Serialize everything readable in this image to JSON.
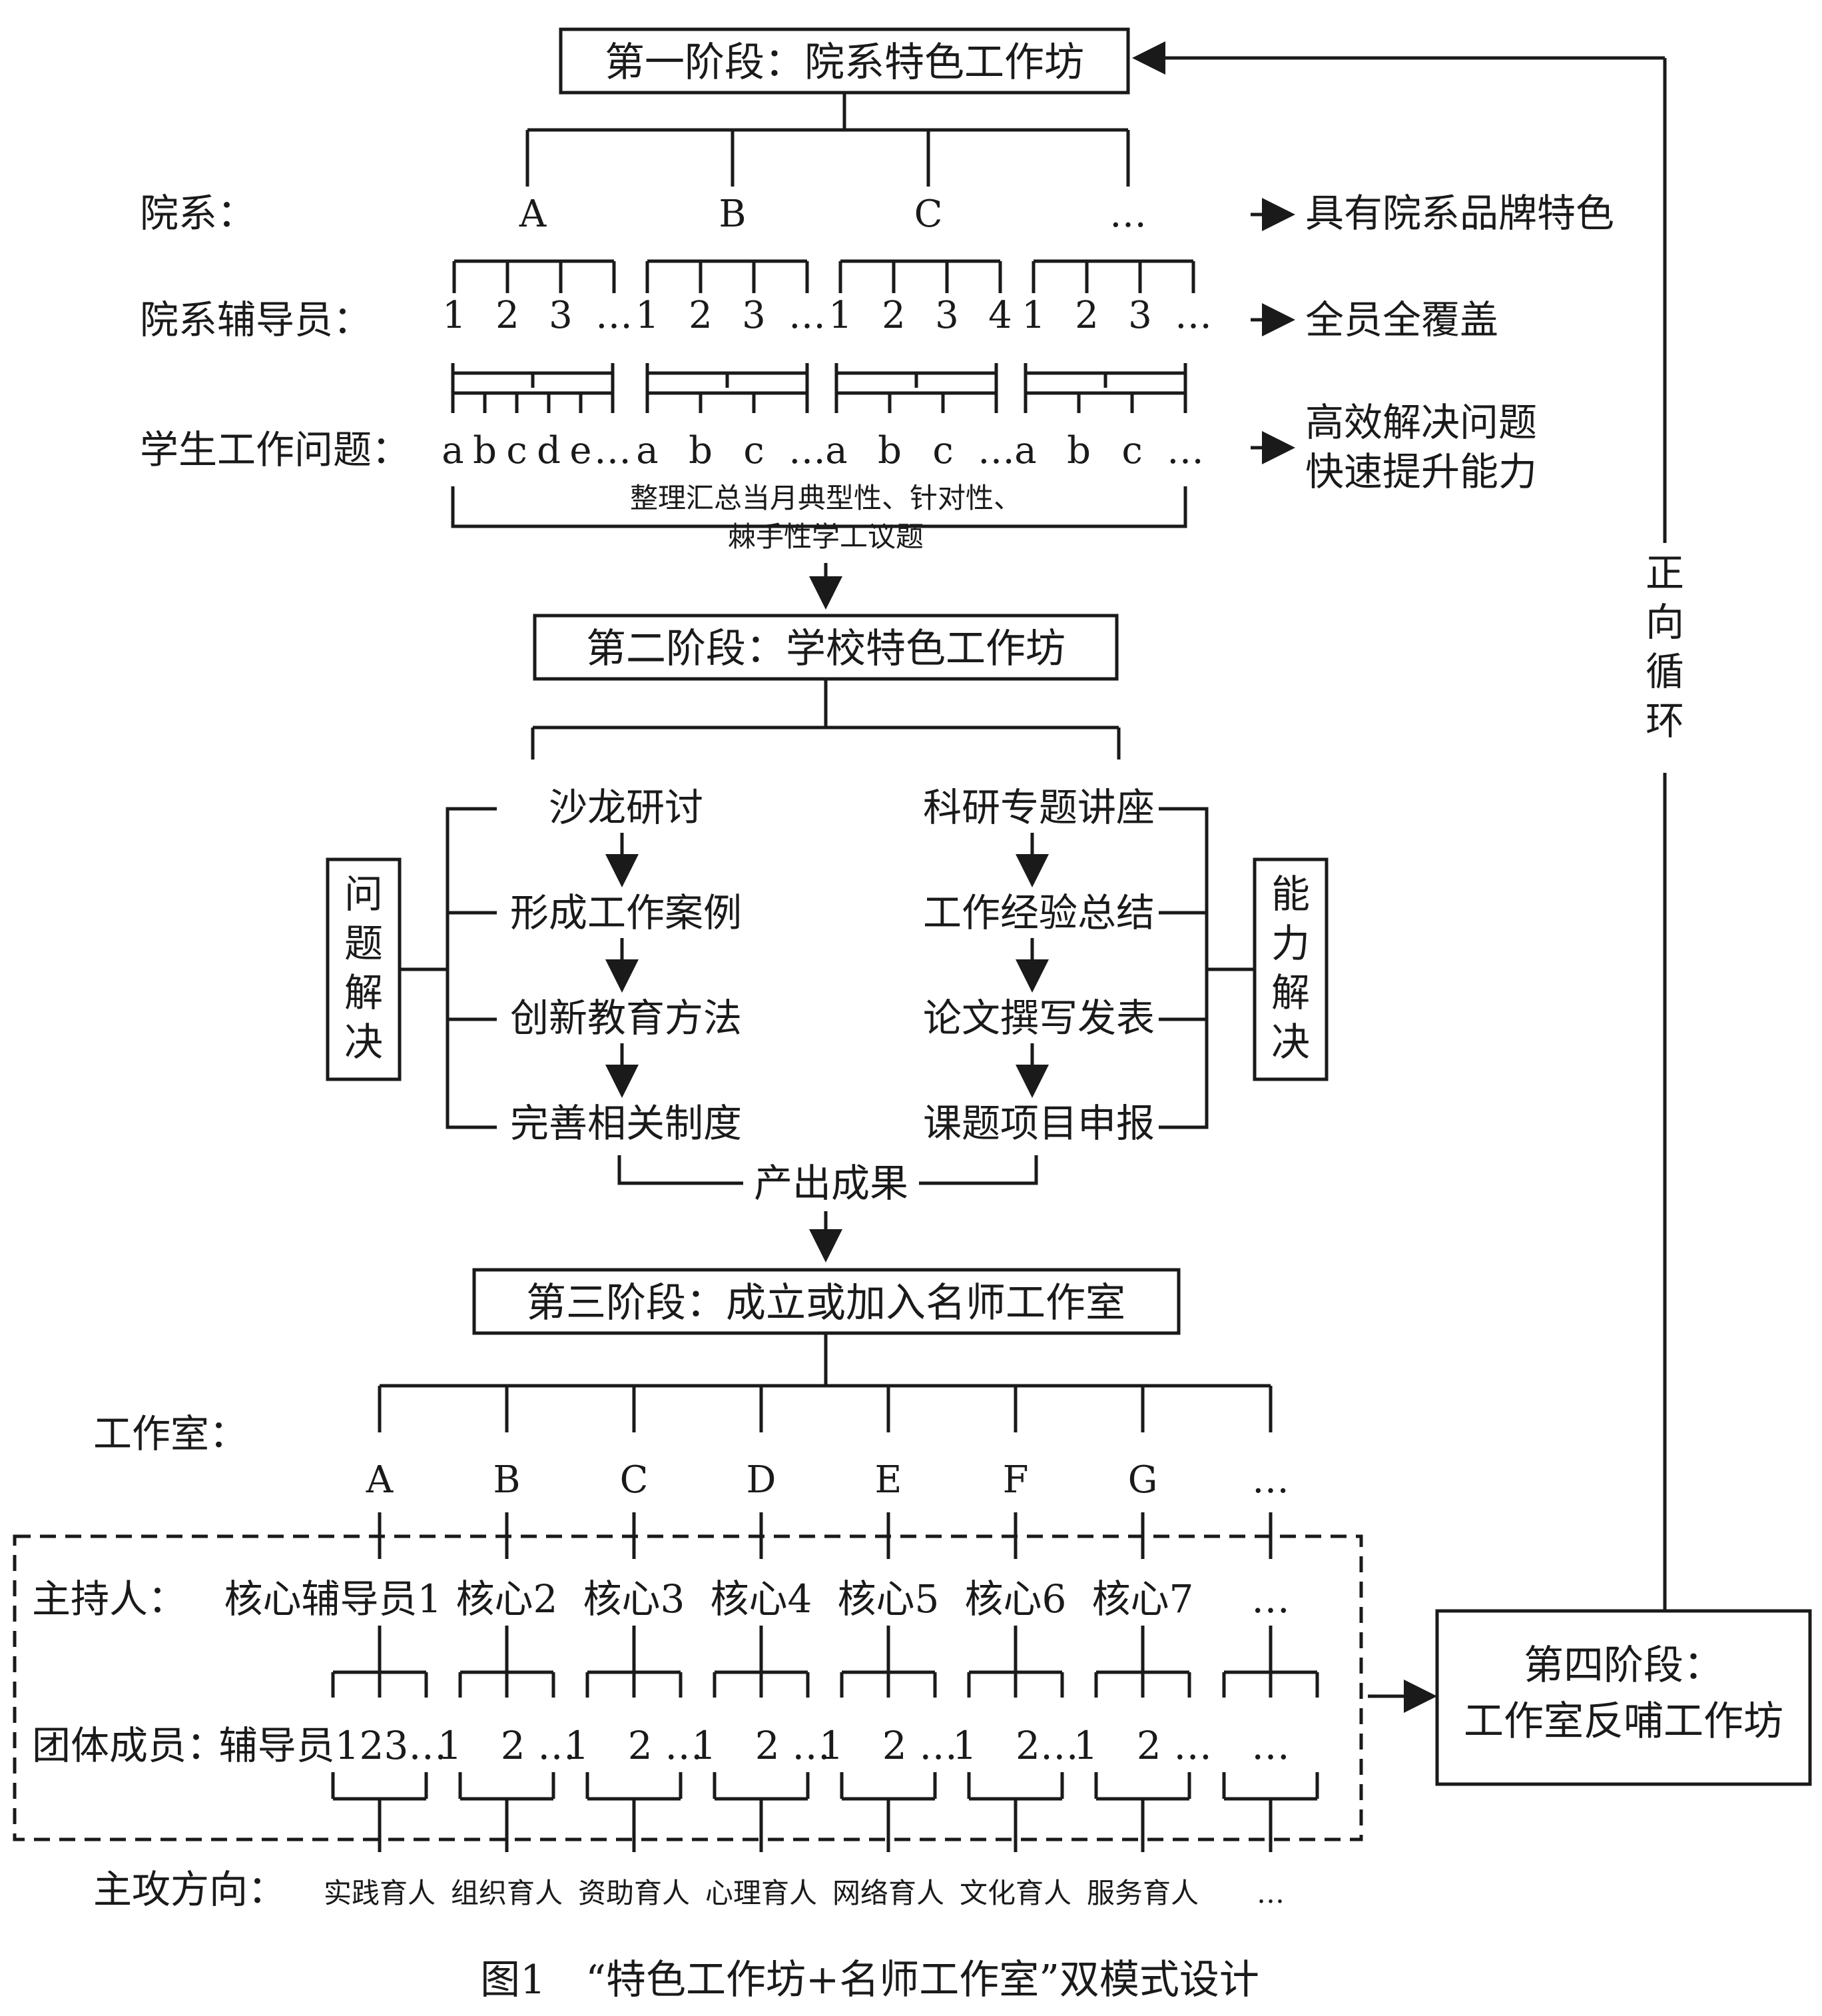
{
  "stage1": {
    "title": "第一阶段：院系特色工作坊",
    "row_departments": {
      "label": "院系：",
      "items": [
        "A",
        "B",
        "C",
        "…"
      ],
      "result": "具有院系品牌特色"
    },
    "row_counselors": {
      "label": "院系辅导员：",
      "groups": [
        [
          "1",
          "2",
          "3",
          "…"
        ],
        [
          "1",
          "2",
          "3",
          "…"
        ],
        [
          "1",
          "2",
          "3",
          "4"
        ],
        [
          "1",
          "2",
          "3",
          "…"
        ]
      ],
      "result": "全员全覆盖"
    },
    "row_issues": {
      "label": "学生工作问题：",
      "groups": [
        [
          "a",
          "b",
          "c",
          "d",
          "e",
          "…"
        ],
        [
          "a",
          "b",
          "c",
          "…"
        ],
        [
          "a",
          "b",
          "c",
          "…"
        ],
        [
          "a",
          "b",
          "c",
          "…"
        ]
      ],
      "result_line1": "高效解决问题",
      "result_line2": "快速提升能力"
    },
    "summary_line1": "整理汇总当月典型性、针对性、",
    "summary_line2": "棘手性学工议题"
  },
  "stage2": {
    "title": "第二阶段：学校特色工作坊",
    "left_box": "问题解决",
    "right_box": "能力解决",
    "left_steps": [
      "沙龙研讨",
      "形成工作案例",
      "创新教育方法",
      "完善相关制度"
    ],
    "right_steps": [
      "科研专题讲座",
      "工作经验总结",
      "论文撰写发表",
      "课题项目申报"
    ],
    "output": "产出成果"
  },
  "stage3": {
    "title": "第三阶段：成立或加入名师工作室",
    "studio_label": "工作室：",
    "studios": [
      "A",
      "B",
      "C",
      "D",
      "E",
      "F",
      "G",
      "…"
    ],
    "host_label": "主持人：",
    "hosts": [
      "核心辅导员1",
      "核心2",
      "核心3",
      "核心4",
      "核心5",
      "核心6",
      "核心7",
      "…"
    ],
    "member_label": "团体成员：",
    "members": [
      "辅导员123…",
      "1　2 …",
      "1　2 …",
      "1　2 …",
      "1　2 …",
      "1　2…",
      "1　2 …",
      "…"
    ],
    "direction_label": "主攻方向：",
    "directions": [
      "实践育人",
      "组织育人",
      "资助育人",
      "心理育人",
      "网络育人",
      "文化育人",
      "服务育人",
      "…"
    ]
  },
  "stage4": {
    "title_line1": "第四阶段：",
    "title_line2": "工作室反哺工作坊"
  },
  "loop_label": [
    "正",
    "向",
    "循",
    "环"
  ],
  "caption": "图1　“特色工作坊+名师工作室”双模式设计"
}
